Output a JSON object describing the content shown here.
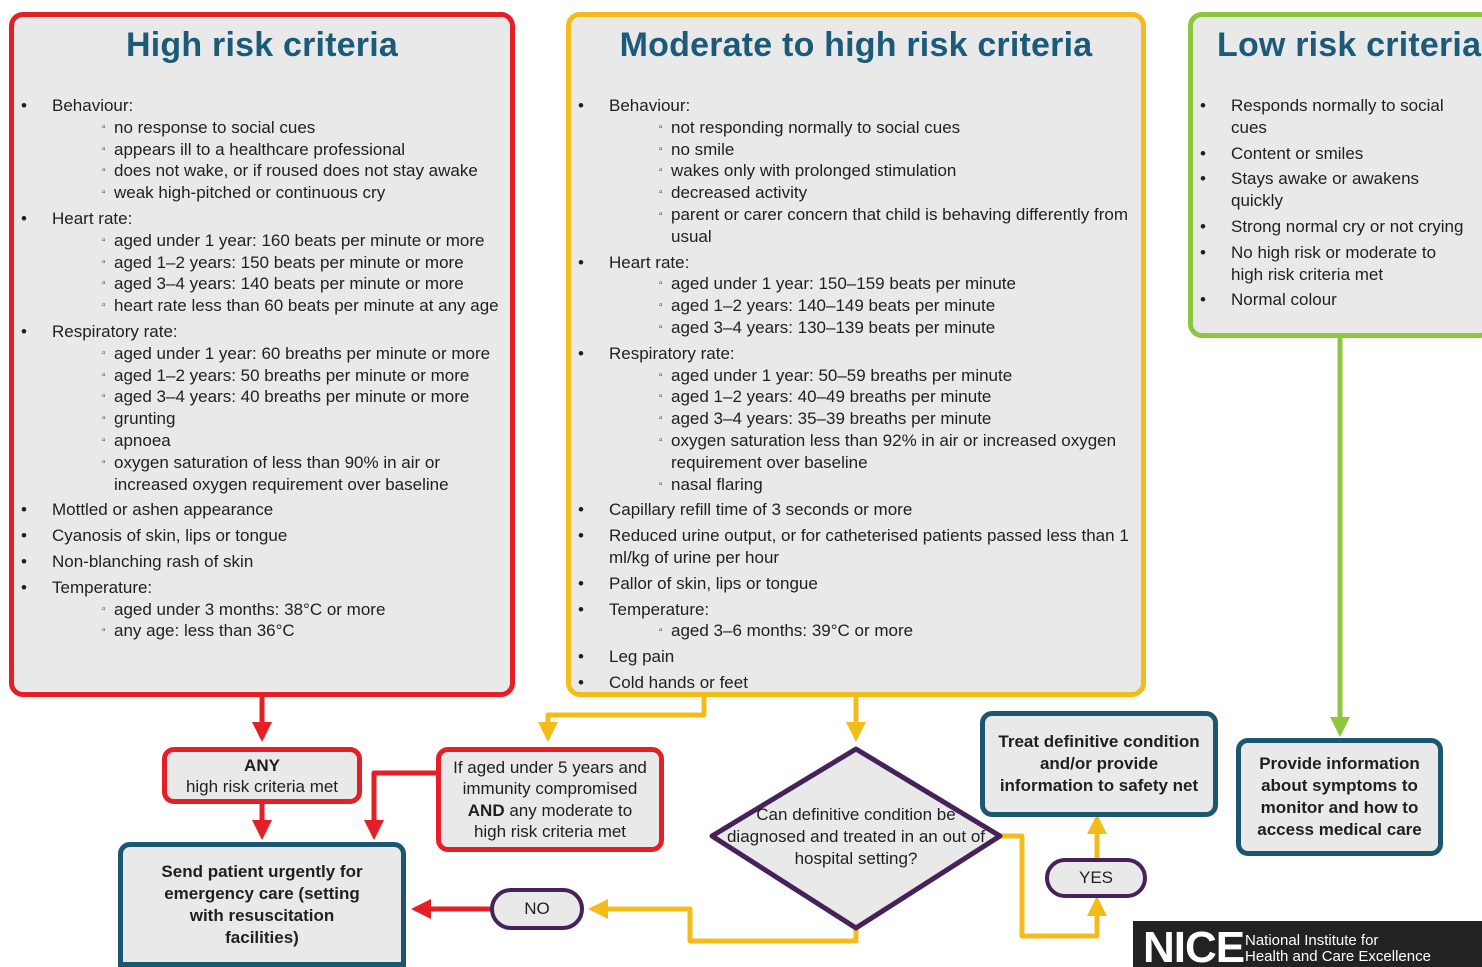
{
  "high_risk": {
    "title": "High risk criteria",
    "items": [
      {
        "text": "Behaviour:",
        "sub": [
          "no response to social cues",
          "appears ill to a healthcare professional",
          "does not wake, or if roused does not stay awake",
          "weak high-pitched or continuous cry"
        ]
      },
      {
        "text": "Heart rate:",
        "sub": [
          "aged under 1 year: 160 beats per minute or more",
          "aged 1–2 years: 150 beats per minute or more",
          "aged 3–4 years: 140 beats per minute or more",
          "heart rate less than 60 beats per minute at any age"
        ]
      },
      {
        "text": "Respiratory rate:",
        "sub": [
          "aged under 1 year: 60 breaths per minute or more",
          "aged 1–2 years: 50 breaths per minute or more",
          "aged 3–4 years: 40 breaths per minute or more",
          "grunting",
          "apnoea",
          "oxygen saturation of less than 90% in air or increased oxygen requirement over baseline"
        ]
      },
      {
        "text": "Mottled or ashen appearance",
        "sub": []
      },
      {
        "text": "Cyanosis of skin, lips or tongue",
        "sub": []
      },
      {
        "text": "Non-blanching rash of skin",
        "sub": []
      },
      {
        "text": "Temperature:",
        "sub": [
          "aged under 3 months: 38°C or more",
          "any age: less than 36°C"
        ]
      }
    ]
  },
  "moderate_risk": {
    "title": "Moderate to high risk criteria",
    "items": [
      {
        "text": "Behaviour:",
        "sub": [
          "not responding normally to social cues",
          "no smile",
          "wakes only with prolonged stimulation",
          "decreased activity",
          "parent or carer concern that child is behaving differently from usual"
        ]
      },
      {
        "text": "Heart rate:",
        "sub": [
          "aged under 1 year: 150–159 beats per minute",
          "aged 1–2 years: 140–149 beats per minute",
          "aged 3–4 years: 130–139 beats per minute"
        ]
      },
      {
        "text": "Respiratory rate:",
        "sub": [
          "aged under 1 year: 50–59 breaths per minute",
          "aged 1–2 years: 40–49 breaths per minute",
          "aged 3–4 years: 35–39 breaths per minute",
          "oxygen saturation less than 92% in air or increased oxygen requirement over baseline",
          "nasal flaring"
        ]
      },
      {
        "text": "Capillary refill time of 3 seconds or more",
        "sub": []
      },
      {
        "text": "Reduced urine output, or for catheterised patients passed less than 1 ml/kg of urine per hour",
        "sub": []
      },
      {
        "text": "Pallor of skin, lips or tongue",
        "sub": []
      },
      {
        "text": "Temperature:",
        "sub": [
          "aged 3–6 months: 39°C or more"
        ]
      },
      {
        "text": "Leg pain",
        "sub": []
      },
      {
        "text": "Cold hands or feet",
        "sub": []
      }
    ]
  },
  "low_risk": {
    "title": "Low risk criteria",
    "items": [
      {
        "text": "Responds normally to social cues",
        "sub": []
      },
      {
        "text": "Content or smiles",
        "sub": []
      },
      {
        "text": "Stays awake or awakens quickly",
        "sub": []
      },
      {
        "text": "Strong normal cry or not crying",
        "sub": []
      },
      {
        "text": "No high risk or moderate to high risk criteria met",
        "sub": []
      },
      {
        "text": "Normal colour",
        "sub": []
      }
    ]
  },
  "flow": {
    "any_high_bold": "ANY",
    "any_high_rest": "high risk criteria met",
    "under5_line1": "If aged under 5 years and",
    "under5_line2": "immunity compromised",
    "under5_bold": "AND",
    "under5_line3": " any moderate to",
    "under5_line4": "high risk criteria met",
    "send_urgent": "Send patient urgently for emergency care (setting with resuscitation facilities)",
    "diamond_question": "Can definitive condition be diagnosed and treated in an out of hospital setting?",
    "treat_definitive": "Treat definitive condition and/or provide information to safety net",
    "provide_info": "Provide information about symptoms to monitor and how to access medical care",
    "yes_label": "YES",
    "no_label": "NO"
  },
  "logo": {
    "wordmark": "NICE",
    "line1": "National Institute for",
    "line2": "Health and Care Excellence"
  },
  "colors": {
    "high": "#e61e25",
    "moderate": "#f3bc1a",
    "low": "#8dc63f",
    "action": "#1b5870",
    "decision": "#452259",
    "title_text": "#1c5b78",
    "fill": "#e9e9ea"
  }
}
